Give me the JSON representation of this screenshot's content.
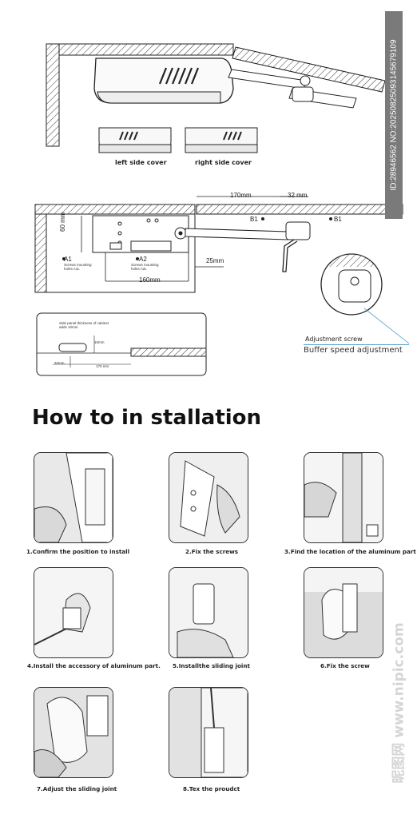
{
  "top_diagram": {
    "left_cover_label": "left side cover",
    "right_cover_label": "right side cover"
  },
  "dimension_diagram": {
    "dim_170": "170mm",
    "dim_32": "32 mm",
    "dim_60": "60 mm",
    "dim_25": "25mm",
    "dim_160": "160mm",
    "marker_a1": "A1",
    "marker_a2": "A2",
    "marker_b1_left": "B1",
    "marker_b1_right": "B1",
    "hole_note_a1": "Screws mounting holes A1L",
    "hole_note_a2": "Screws mounting holes A2L"
  },
  "side_panel_diagram": {
    "note": "Side panel thickness of cabinet adds 10mm",
    "dim_10": "10mm",
    "dim_32": "32mm",
    "dim_170": "170 mm"
  },
  "adjustment": {
    "title": "Adjustment screw",
    "subtitle": "Buffer speed adjustment"
  },
  "heading": "How to in stallation",
  "steps": [
    {
      "caption": "1.Confirm the position to install"
    },
    {
      "caption": "2.Fix the screws"
    },
    {
      "caption": "3.Find the location of the aluminum part"
    },
    {
      "caption": "4.Install the accessory of aluminum part."
    },
    {
      "caption": "5.Installthe sliding joint"
    },
    {
      "caption": "6.Fix the screw"
    },
    {
      "caption": "7.Adjust the sliding joint"
    },
    {
      "caption": "8.Tex the proudct"
    }
  ],
  "watermark": {
    "id_text": "ID:28946562 NO:20250825093145679109",
    "site_text": "昵图网 www.nipic.com"
  }
}
